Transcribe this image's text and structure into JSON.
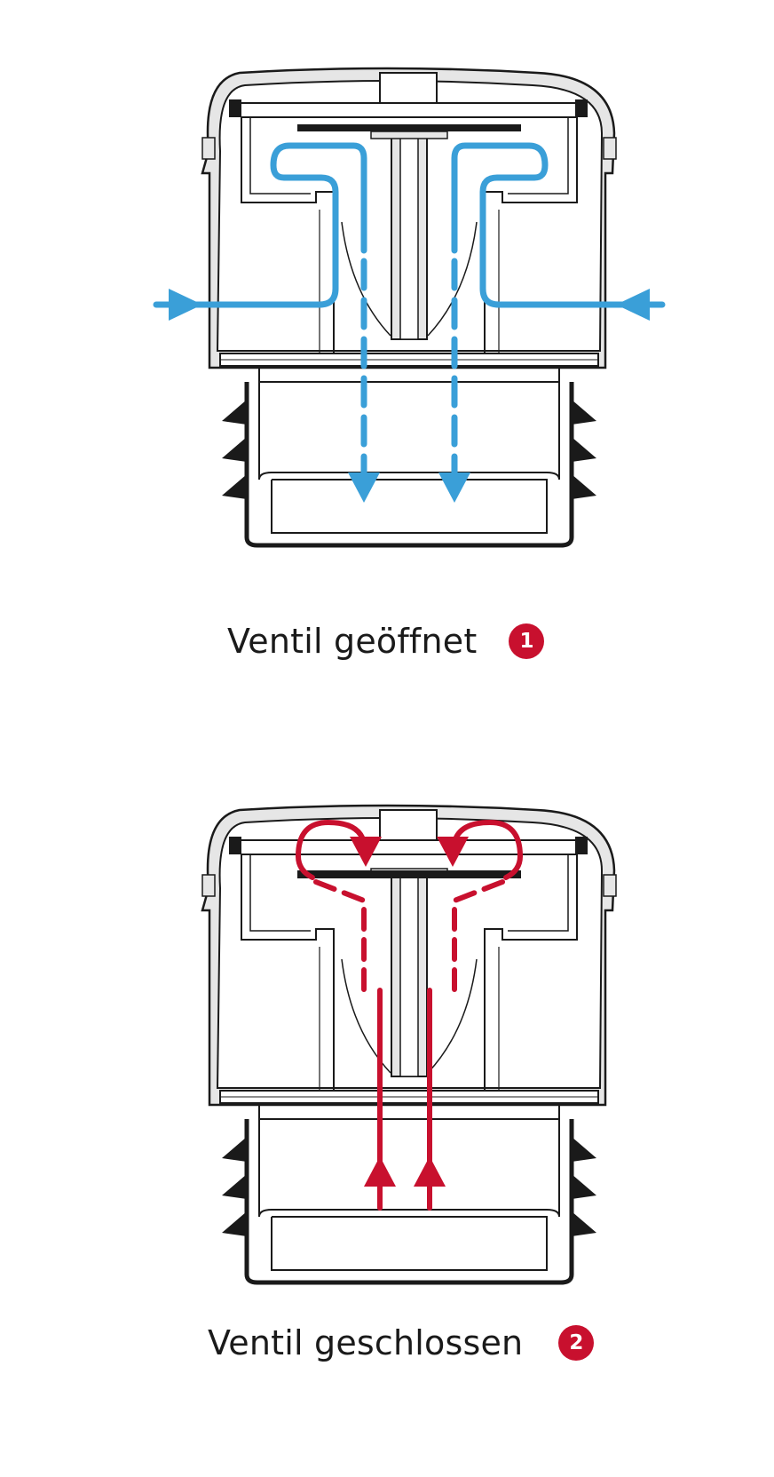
{
  "colors": {
    "flow_open": "#3a9fd8",
    "flow_closed": "#c8102e",
    "outline": "#1a1a1a",
    "housing_fill": "#e6e6e6"
  },
  "panels": [
    {
      "caption": "Ventil geöffnet",
      "badge": "1"
    },
    {
      "caption": "Ventil geschlossen",
      "badge": "2"
    }
  ]
}
